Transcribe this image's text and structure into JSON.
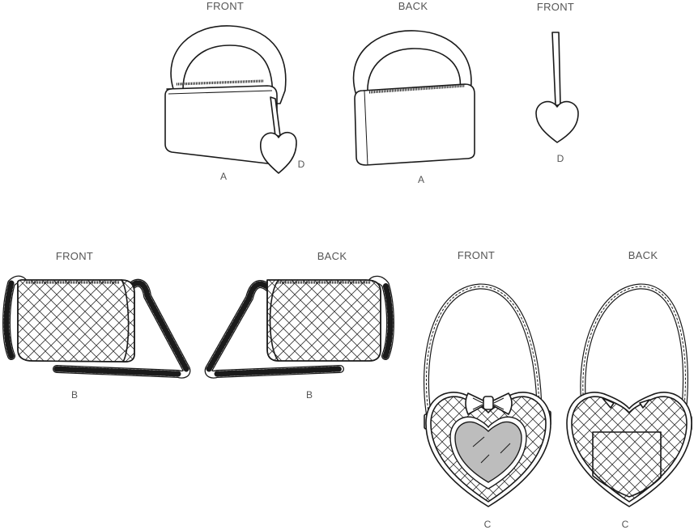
{
  "labels": {
    "front": "FRONT",
    "back": "BACK"
  },
  "views": [
    {
      "id": "a-front",
      "heading": "FRONT",
      "letter": "A",
      "extra_letter": "D"
    },
    {
      "id": "a-back",
      "heading": "BACK",
      "letter": "A"
    },
    {
      "id": "d-front",
      "heading": "FRONT",
      "letter": "D"
    },
    {
      "id": "b-front",
      "heading": "FRONT",
      "letter": "B"
    },
    {
      "id": "b-back",
      "heading": "BACK",
      "letter": "B"
    },
    {
      "id": "c-front",
      "heading": "FRONT",
      "letter": "C"
    },
    {
      "id": "c-back",
      "heading": "BACK",
      "letter": "C"
    }
  ],
  "colors": {
    "ink": "#1a1a1a",
    "label": "#555555",
    "vinyl_window": "#bdbdbd",
    "paper": "#ffffff"
  }
}
